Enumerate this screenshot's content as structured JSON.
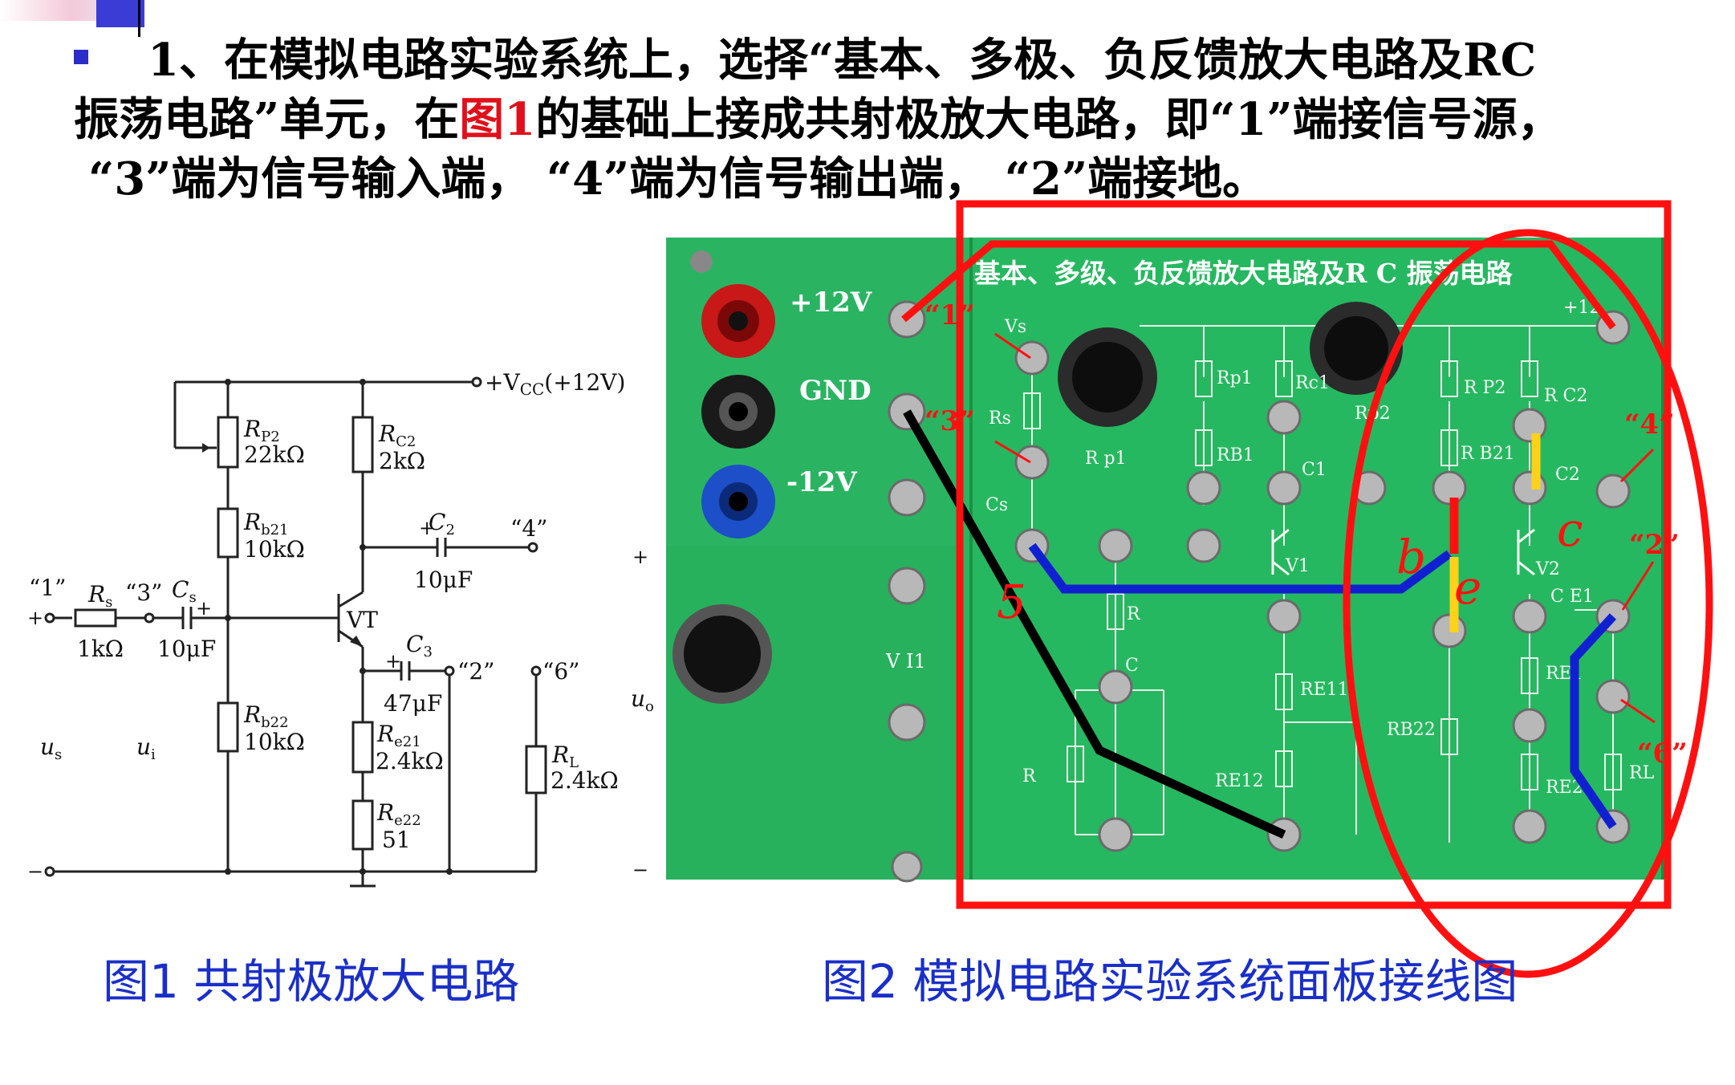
{
  "paragraph": {
    "line1_prefix": "1、在模拟电路实验系统上，选择“基本、多极、负反馈放大电路及RC",
    "line2_a": "振荡电路”单元，在",
    "line2_red": "图1",
    "line2_b": "的基础上接成共射极放大电路，即“1”端接信号源，",
    "line3": "“3”端为信号输入端，  “4”端为信号输出端，  “2”端接地。"
  },
  "figure1": {
    "caption": "图1 共射极放大电路",
    "vcc_label": "+V",
    "vcc_sub": "CC",
    "vcc_suffix": "(+12V)",
    "rp2_name": "R",
    "rp2_sub": "P2",
    "rp2_value": "22kΩ",
    "rc2_name": "R",
    "rc2_sub": "C2",
    "rc2_value": "2kΩ",
    "rb21_name": "R",
    "rb21_sub": "b21",
    "rb21_value": "10kΩ",
    "rb22_name": "R",
    "rb22_sub": "b22",
    "rb22_value": "10kΩ",
    "c2_name": "C",
    "c2_sub": "2",
    "c2_value": "10μF",
    "c3_name": "C",
    "c3_sub": "3",
    "c3_value": "47μF",
    "cs_name": "C",
    "cs_sub": "s",
    "cs_value": "10μF",
    "rs_name": "R",
    "rs_sub": "s",
    "rs_value": "1kΩ",
    "re21_name": "R",
    "re21_sub": "e21",
    "re21_value": "2.4kΩ",
    "re22_name": "R",
    "re22_sub": "e22",
    "re22_value": "51",
    "rl_name": "R",
    "rl_sub": "L",
    "rl_value": "2.4kΩ",
    "transistor": "VT",
    "node1": "“1”",
    "node2": "“2”",
    "node3": "“3”",
    "node4": "“4”",
    "node6": "“6”",
    "us": "u",
    "us_sub": "s",
    "ui": "u",
    "ui_sub": "i",
    "uo": "u",
    "uo_sub": "o",
    "plus": "+",
    "minus": "−"
  },
  "figure2": {
    "caption": "图2 模拟电路实验系统面板接线图",
    "board_title": "基本、多级、负反馈放大电路及R C 振荡电路",
    "plus12": "+12V",
    "gnd": "GND",
    "minus12": "-12V",
    "vs": "Vs",
    "rs": "Rs",
    "cs": "Cs",
    "rp1": "Rp1",
    "rp1b": "R p1",
    "rp2b": "Rp2",
    "rc1": "Rc1",
    "rb1": "RB1",
    "c1": "C1",
    "v1": "V1",
    "r": "R",
    "c": "C",
    "r2": "R",
    "re11": "RE11",
    "re12": "RE12",
    "rp2": "R P2",
    "rc2": "R C2",
    "rb21": "R B21",
    "c2": "C2",
    "v2": "V2",
    "ce1": "C E1",
    "re1": "RE1",
    "rb22": "RB22",
    "re2": "RE2",
    "rl": "RL",
    "vi1": "V I1",
    "top_plus12": "+12",
    "mark1": "“1”",
    "mark3": "“3”",
    "mark4": "“4”",
    "mark2": "“2”",
    "mark6": "“6”",
    "hand_b": "b",
    "hand_e": "e",
    "hand_c": "c",
    "hand_5": "5",
    "side_plus": "+",
    "side_minus": "−"
  },
  "colors": {
    "board_green": "#26b860",
    "annotation_red": "#ff1010",
    "wire_blue": "#1020d0",
    "wire_black": "#000000",
    "wire_yellow": "#ffd21a",
    "caption_blue": "#1a2fc9"
  }
}
